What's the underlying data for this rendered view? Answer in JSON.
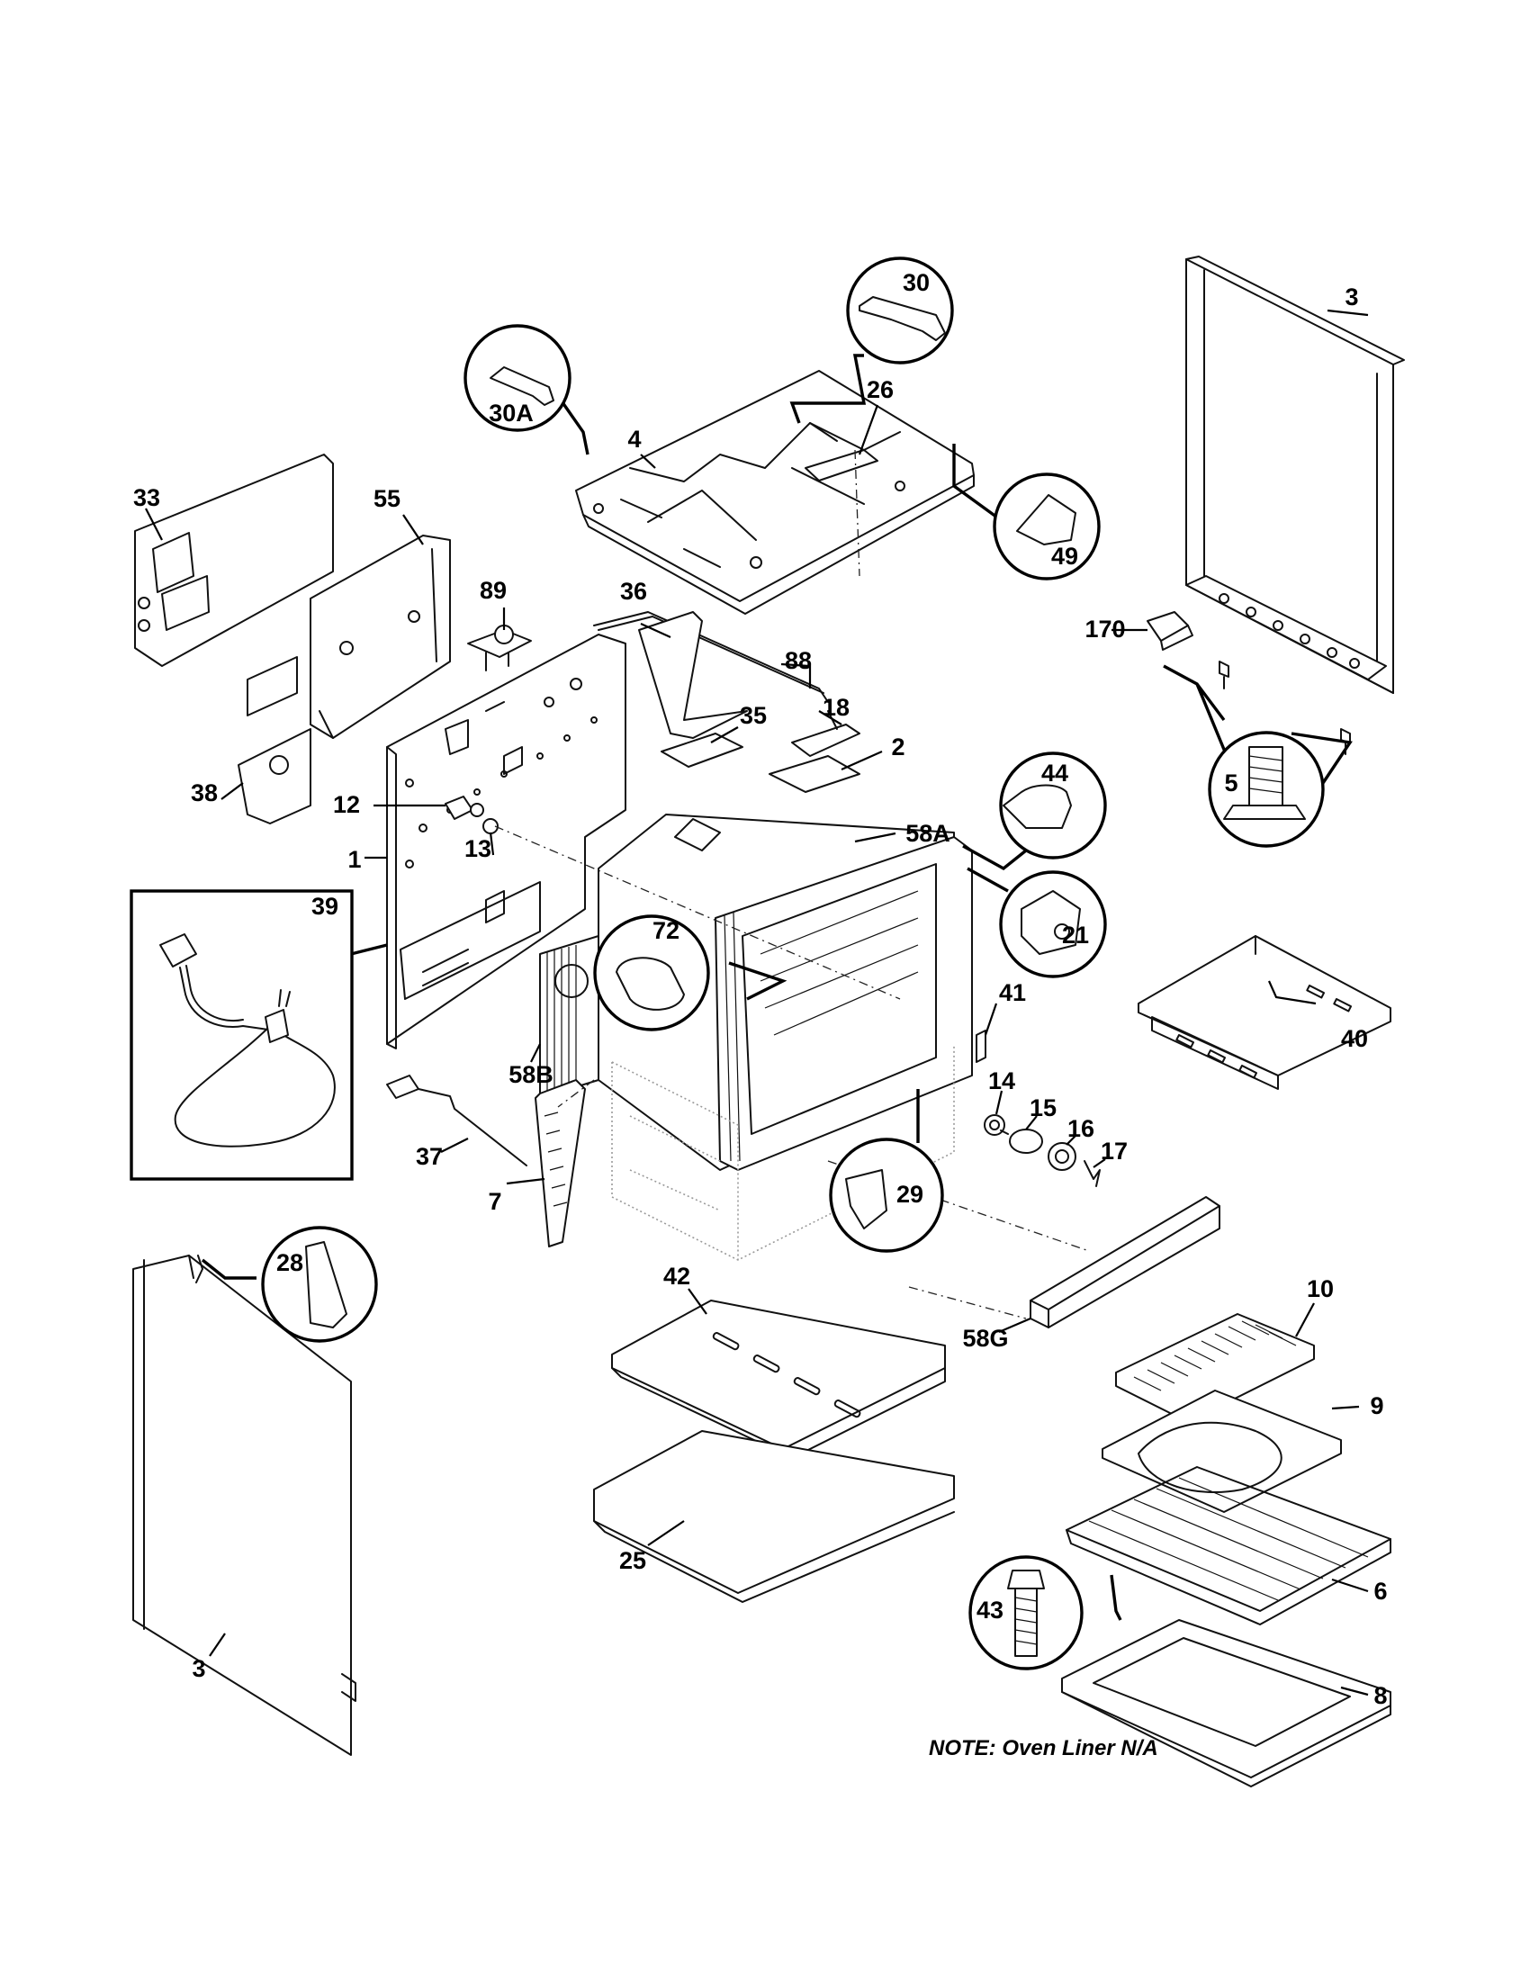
{
  "diagram": {
    "labels": {
      "p1": "1",
      "p2": "2",
      "p3a": "3",
      "p3b": "3",
      "p4": "4",
      "p5": "5",
      "p6": "6",
      "p7": "7",
      "p8": "8",
      "p9": "9",
      "p10": "10",
      "p12": "12",
      "p13": "13",
      "p14": "14",
      "p15": "15",
      "p16": "16",
      "p17": "17",
      "p18": "18",
      "p21": "21",
      "p25": "25",
      "p26": "26",
      "p28": "28",
      "p29": "29",
      "p30": "30",
      "p30a": "30A",
      "p33": "33",
      "p35": "35",
      "p36": "36",
      "p37": "37",
      "p38": "38",
      "p39": "39",
      "p40": "40",
      "p41": "41",
      "p42": "42",
      "p43": "43",
      "p44": "44",
      "p49": "49",
      "p55": "55",
      "p58a": "58A",
      "p58b": "58B",
      "p58g": "58G",
      "p72": "72",
      "p88": "88",
      "p89": "89",
      "p170": "170"
    },
    "note": "NOTE: Oven Liner N/A"
  }
}
